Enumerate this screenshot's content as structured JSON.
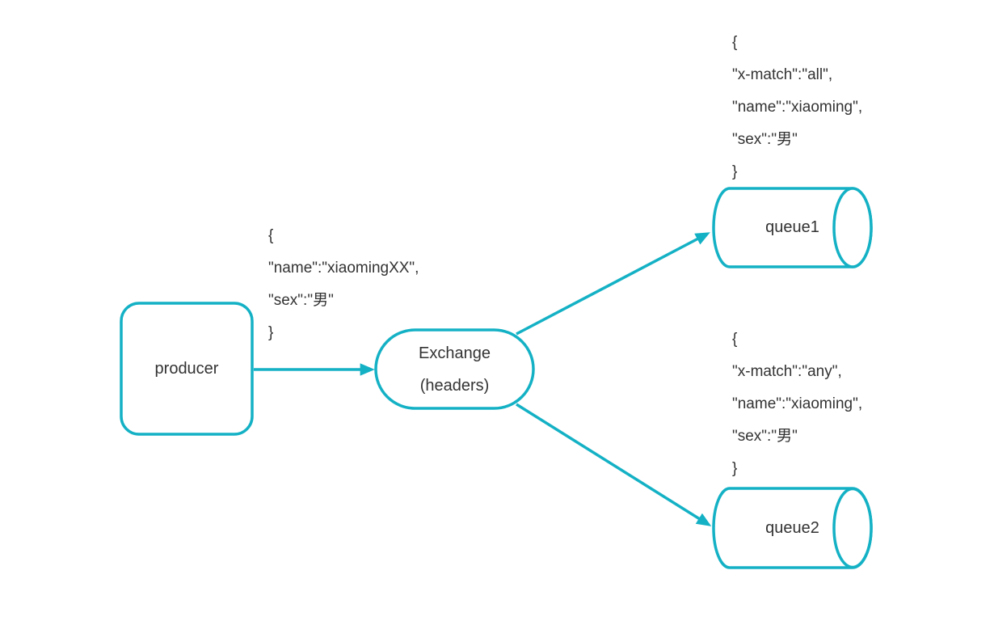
{
  "diagram": {
    "accent_color": "#14b1c5",
    "text_color": "#333333",
    "background_color": "#ffffff"
  },
  "nodes": {
    "producer": {
      "label": "producer",
      "shape": "rounded-rectangle"
    },
    "exchange": {
      "label_line1": "Exchange",
      "label_line2": "(headers)",
      "shape": "stadium"
    },
    "queue1": {
      "label": "queue1",
      "shape": "horizontal-cylinder"
    },
    "queue2": {
      "label": "queue2",
      "shape": "horizontal-cylinder"
    }
  },
  "edges": [
    {
      "from": "producer",
      "to": "exchange"
    },
    {
      "from": "exchange",
      "to": "queue1"
    },
    {
      "from": "exchange",
      "to": "queue2"
    }
  ],
  "annotations": {
    "message": {
      "lines": [
        "{",
        "\"name\":\"xiaomingXX\",",
        "\"sex\":\"男\"",
        "}"
      ]
    },
    "queue1_binding": {
      "lines": [
        "{",
        "\"x-match\":\"all\",",
        "\"name\":\"xiaoming\",",
        "\"sex\":\"男\"",
        "}"
      ]
    },
    "queue2_binding": {
      "lines": [
        "{",
        "\"x-match\":\"any\",",
        "\"name\":\"xiaoming\",",
        "\"sex\":\"男\"",
        "}"
      ]
    }
  }
}
